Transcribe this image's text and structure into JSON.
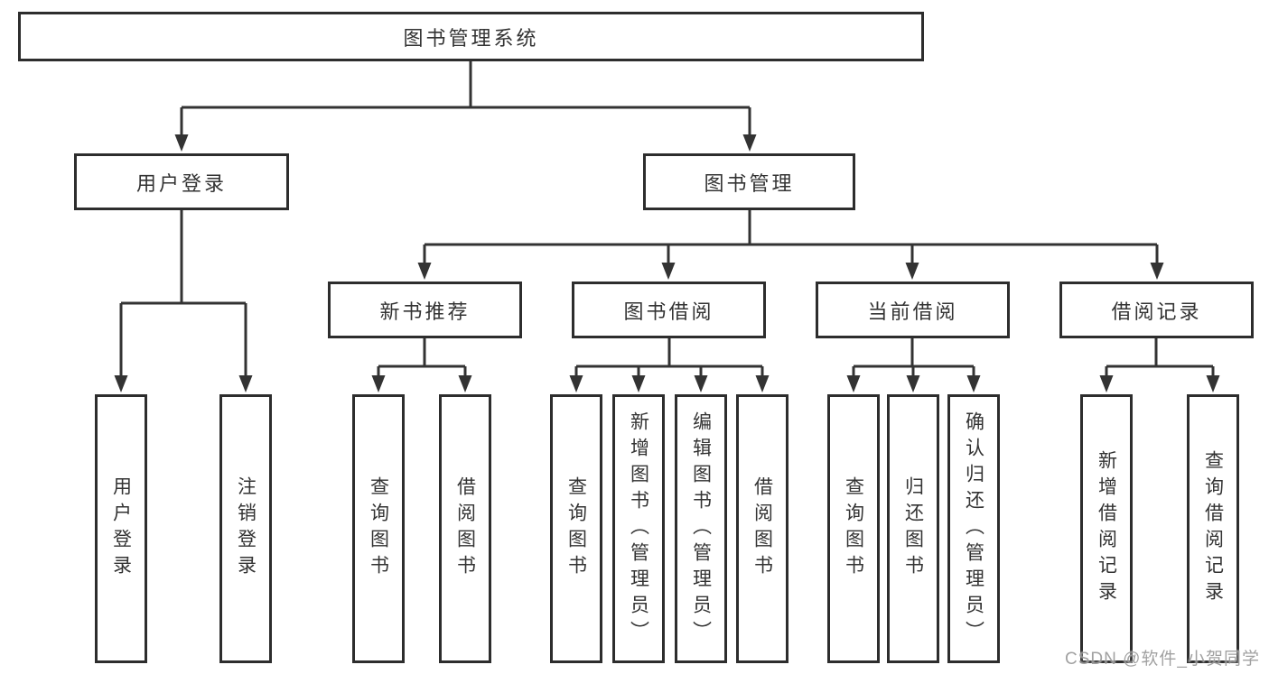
{
  "tree": {
    "label": "图书管理系统",
    "children": [
      {
        "label": "用户登录",
        "children": [
          {
            "label": "用户登录"
          },
          {
            "label": "注销登录"
          }
        ]
      },
      {
        "label": "图书管理",
        "children": [
          {
            "label": "新书推荐",
            "children": [
              {
                "label": "查询图书"
              },
              {
                "label": "借阅图书"
              }
            ]
          },
          {
            "label": "图书借阅",
            "children": [
              {
                "label": "查询图书"
              },
              {
                "label": "新增图书（管理员）"
              },
              {
                "label": "编辑图书（管理员）"
              },
              {
                "label": "借阅图书"
              }
            ]
          },
          {
            "label": "当前借阅",
            "children": [
              {
                "label": "查询图书"
              },
              {
                "label": "归还图书"
              },
              {
                "label": "确认归还（管理员）"
              }
            ]
          },
          {
            "label": "借阅记录",
            "children": [
              {
                "label": "新增借阅记录"
              },
              {
                "label": "查询借阅记录"
              }
            ]
          }
        ]
      }
    ]
  },
  "watermark": "CSDN @软件_小贺同学",
  "colors": {
    "background": "#ffffff",
    "box_fill": "#ffffff",
    "box_border": "#2d2d2d",
    "line": "#333333",
    "text": "#333333",
    "watermark": "#9a9a9a"
  }
}
